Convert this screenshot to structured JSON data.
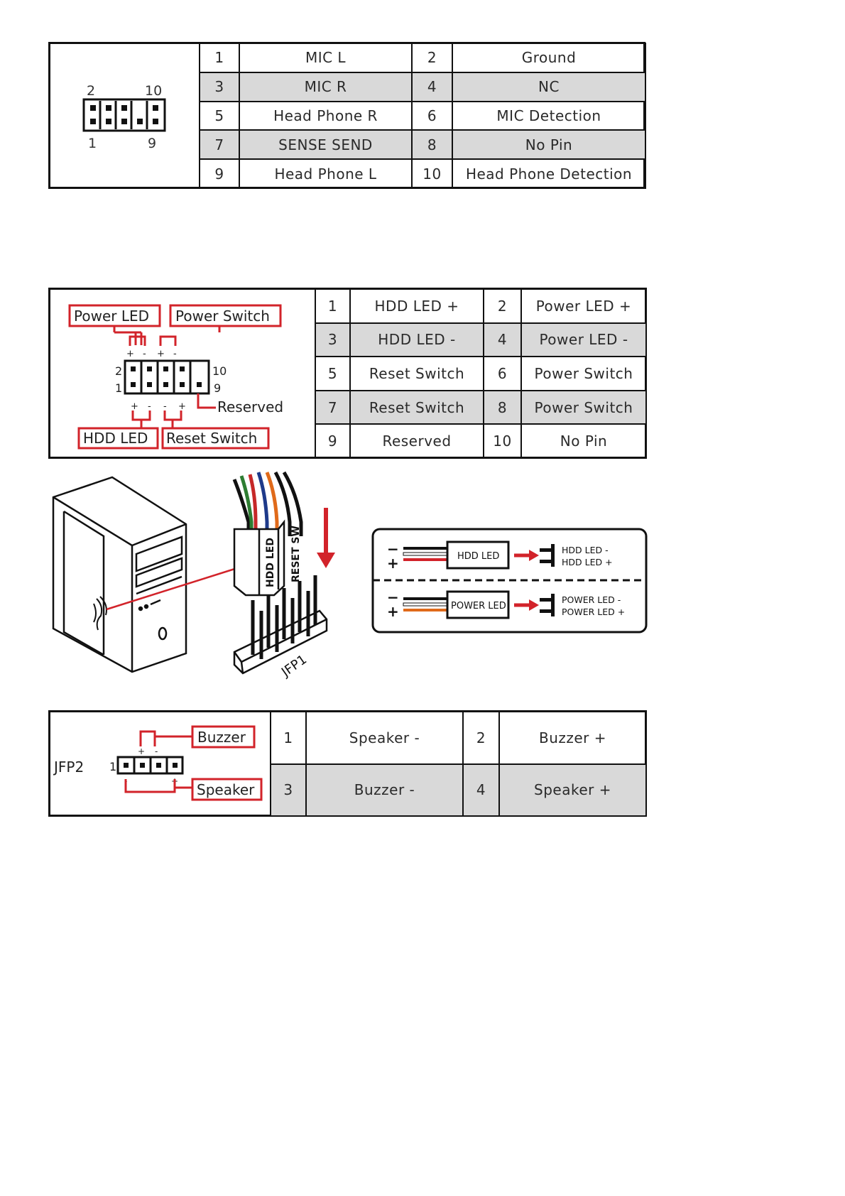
{
  "audio": {
    "pin_labels": {
      "top_left": "2",
      "top_right": "10",
      "bottom_left": "1",
      "bottom_right": "9"
    },
    "rows": [
      {
        "p1": "1",
        "n1": "MIC L",
        "p2": "2",
        "n2": "Ground"
      },
      {
        "p1": "3",
        "n1": "MIC R",
        "p2": "4",
        "n2": "NC"
      },
      {
        "p1": "5",
        "n1": "Head Phone R",
        "p2": "6",
        "n2": "MIC Detection"
      },
      {
        "p1": "7",
        "n1": "SENSE SEND",
        "p2": "8",
        "n2": "No Pin"
      },
      {
        "p1": "9",
        "n1": "Head Phone L",
        "p2": "10",
        "n2": "Head Phone Detection"
      }
    ]
  },
  "jfp1": {
    "labels": {
      "power_led": "Power LED",
      "power_switch": "Power Switch",
      "hdd_led": "HDD LED",
      "reset_switch": "Reset Switch",
      "reserved": "Reserved"
    },
    "pin_labels": {
      "top_left": "2",
      "top_right": "10",
      "bottom_left": "1",
      "bottom_right": "9"
    },
    "polarity": {
      "plus": "+",
      "minus": "-"
    },
    "rows": [
      {
        "p1": "1",
        "n1": "HDD LED +",
        "p2": "2",
        "n2": "Power LED +"
      },
      {
        "p1": "3",
        "n1": "HDD LED -",
        "p2": "4",
        "n2": "Power LED -"
      },
      {
        "p1": "5",
        "n1": "Reset Switch",
        "p2": "6",
        "n2": "Power Switch"
      },
      {
        "p1": "7",
        "n1": "Reset Switch",
        "p2": "8",
        "n2": "Power Switch"
      },
      {
        "p1": "9",
        "n1": "Reserved",
        "p2": "10",
        "n2": "No Pin"
      }
    ]
  },
  "install": {
    "connector_left": "HDD LED",
    "connector_right": "RESET SW",
    "header_name": "JFP1",
    "legend": {
      "hdd_box": "HDD LED",
      "hdd_minus": "HDD LED -",
      "hdd_plus": "HDD LED +",
      "power_box": "POWER LED",
      "power_minus": "POWER LED -",
      "power_plus": "POWER LED +",
      "minus": "−",
      "plus": "+"
    }
  },
  "jfp2": {
    "title": "JFP2",
    "pin1": "1",
    "labels": {
      "buzzer": "Buzzer",
      "speaker": "Speaker"
    },
    "polarity": {
      "plus": "+",
      "minus": "-"
    },
    "rows": [
      {
        "p1": "1",
        "n1": "Speaker -",
        "p2": "2",
        "n2": "Buzzer +"
      },
      {
        "p1": "3",
        "n1": "Buzzer -",
        "p2": "4",
        "n2": "Speaker +"
      }
    ]
  },
  "colors": {
    "accent_red": "#d2232a",
    "shade_gray": "#d9d9d9",
    "border": "#111111"
  }
}
